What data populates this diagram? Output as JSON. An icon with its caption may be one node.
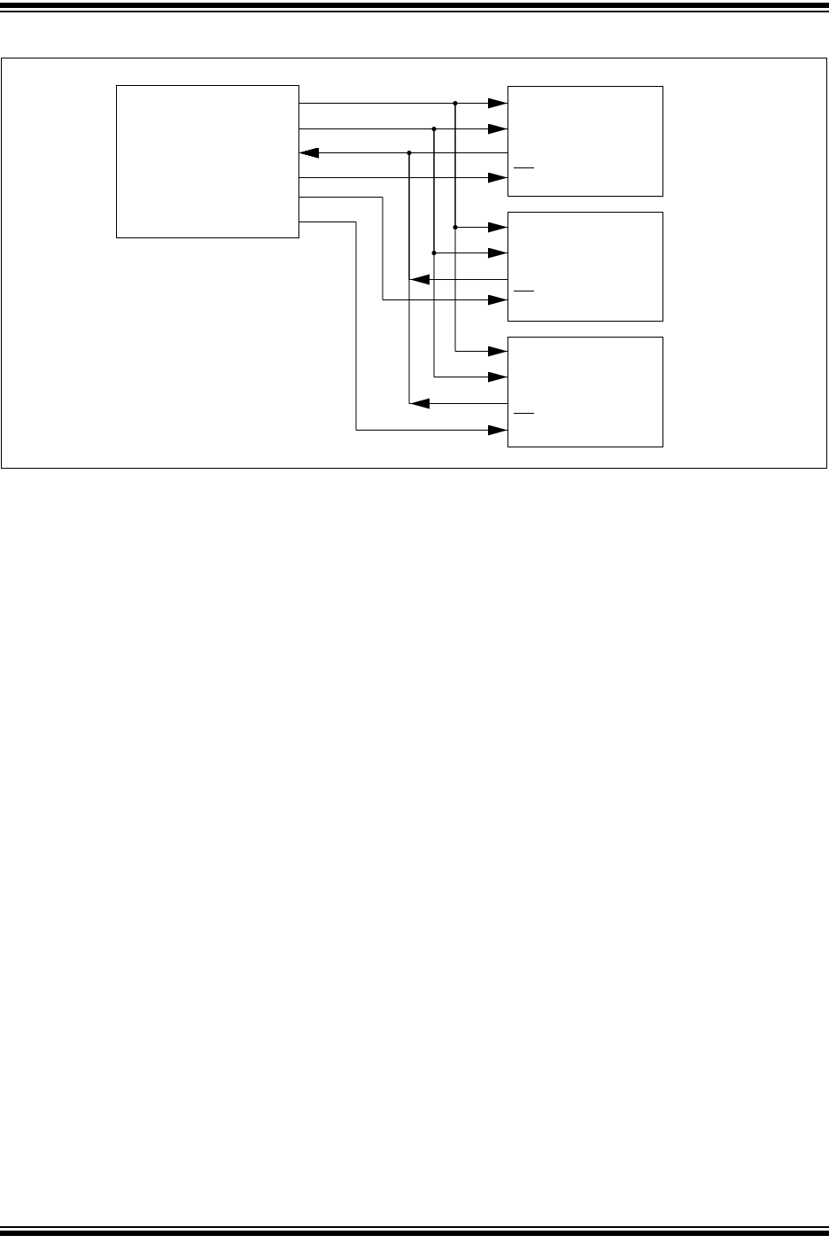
{
  "diagram": {
    "nodes": [
      {
        "text": [],
        "shape": "box"
      },
      {
        "text": [],
        "shape": "box"
      },
      {
        "text": [],
        "shape": "box"
      },
      {
        "text": [],
        "shape": "box"
      }
    ],
    "edges": [
      {
        "from": 0,
        "to": 1,
        "arrow": "to"
      },
      {
        "from": 0,
        "to": 2,
        "arrow": "to"
      },
      {
        "from": 0,
        "to": 3,
        "arrow": "to"
      },
      {
        "from": 0,
        "to": 1,
        "arrow": "to"
      },
      {
        "from": 0,
        "to": 2,
        "arrow": "to"
      },
      {
        "from": 0,
        "to": 3,
        "arrow": "to"
      },
      {
        "from": 1,
        "to": 0,
        "arrow": "to"
      },
      {
        "from": 2,
        "to": 0,
        "arrow": "to"
      },
      {
        "from": 3,
        "to": 0,
        "arrow": "to"
      },
      {
        "from": 0,
        "to": 1,
        "arrow": "to"
      },
      {
        "from": 0,
        "to": 2,
        "arrow": "to"
      },
      {
        "from": 0,
        "to": 3,
        "arrow": "to"
      }
    ]
  }
}
